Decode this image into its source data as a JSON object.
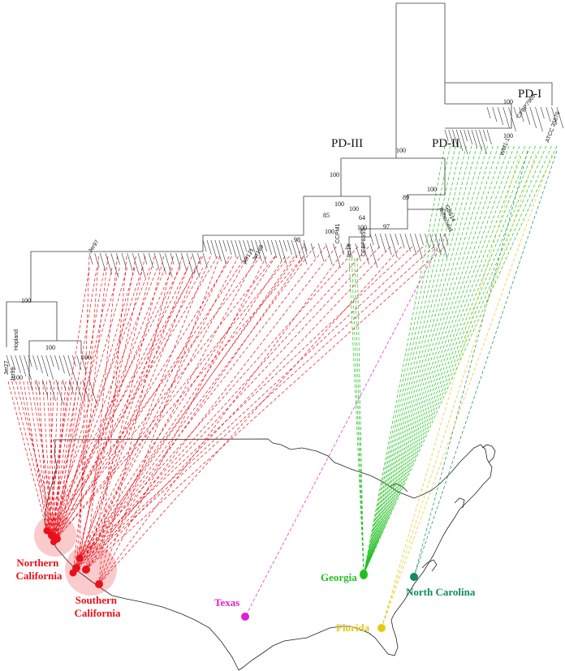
{
  "clades": [
    {
      "id": "pd1",
      "label": "PD-I"
    },
    {
      "id": "pd2",
      "label": "PD-II"
    },
    {
      "id": "pd3",
      "label": "PD-III"
    }
  ],
  "bootstrap_values": [
    "100",
    "100",
    "100",
    "100",
    "89",
    "64",
    "100",
    "97",
    "100",
    "100",
    "98",
    "85",
    "100",
    "100",
    "100",
    "100",
    "100",
    "100"
  ],
  "tip_labels": [
    "Hopland",
    "Jer27",
    "Jer99",
    "GB514",
    "Temecula1",
    "ATCC 35879",
    "CFBP7969",
    "CFBP8355",
    "Jer97",
    "Jer15",
    "CCPM1",
    "WM1-1",
    "Jer169",
    "Jer171"
  ],
  "regions": [
    {
      "id": "ncal",
      "label_lines": [
        "Northern",
        "California"
      ],
      "color": "#e8101a"
    },
    {
      "id": "scal",
      "label_lines": [
        "Southern",
        "California"
      ],
      "color": "#e8101a"
    },
    {
      "id": "texas",
      "label_lines": [
        "Texas"
      ],
      "color": "#e020d0"
    },
    {
      "id": "georgia",
      "label_lines": [
        "Georgia"
      ],
      "color": "#22c022"
    },
    {
      "id": "ncar",
      "label_lines": [
        "North Carolina"
      ],
      "color": "#138a5a"
    },
    {
      "id": "florida",
      "label_lines": [
        "Florida"
      ],
      "color": "#e6c817"
    }
  ]
}
